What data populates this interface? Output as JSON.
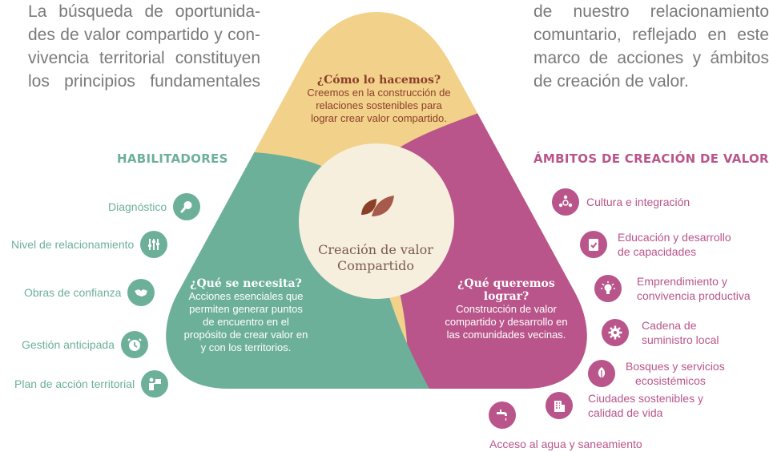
{
  "intro": {
    "left_lines": [
      "La búsqueda de oportunida-",
      "des de valor compartido y con-",
      "vivencia territorial constituyen",
      "los principios fundamentales"
    ],
    "right_lines": [
      "de nuestro relacionamiento",
      "comuntario, reflejado en este",
      "marco de acciones y ámbitos",
      "de creación de valor."
    ]
  },
  "colors": {
    "green": "#6db099",
    "magenta": "#b9558a",
    "sand": "#f2d18b",
    "cream": "#f7efdd",
    "brown": "#8a3f28"
  },
  "enablers": {
    "heading": "HABILITADORES",
    "items": [
      {
        "label": "Diagnóstico",
        "icon": "magnifier-icon"
      },
      {
        "label": "Nivel de relacionamiento",
        "icon": "sliders-icon"
      },
      {
        "label": "Obras de confianza",
        "icon": "handshake-icon"
      },
      {
        "label": "Gestión anticipada",
        "icon": "clock-icon"
      },
      {
        "label": "Plan de acción territorial",
        "icon": "presenter-icon"
      }
    ]
  },
  "center": {
    "top": {
      "title": "¿Cómo lo hacemos?",
      "body": "Creemos en la construcción de relaciones sostenibles para lograr crear valor compartido."
    },
    "left": {
      "title": "¿Qué se necesita?",
      "body": "Acciones esenciales que permiten generar puntos de encuentro en el propósito de crear valor en y con los territorios."
    },
    "right": {
      "title": "¿Qué queremos lograr?",
      "body": "Construcción de valor compartido y desarrollo en las comunidades vecinas."
    },
    "core_line1": "Creación de valor",
    "core_line2": "Compartido",
    "logo_icon": "leaves-logo-icon"
  },
  "value_areas": {
    "heading": "ÁMBITOS DE CREACIÓN DE VALOR",
    "items": [
      {
        "line1": "Cultura e integración",
        "line2": "",
        "icon": "people-network-icon"
      },
      {
        "line1": "Educación y desarrollo",
        "line2": "de capacidades",
        "icon": "clipboard-check-icon"
      },
      {
        "line1": "Emprendimiento y",
        "line2": "convivencia productiva",
        "icon": "lightbulb-icon"
      },
      {
        "line1": "Cadena de",
        "line2": "suministro local",
        "icon": "gear-icon"
      },
      {
        "line1": "Bosques y servicios",
        "line2": "ecosistémicos",
        "icon": "leaf-icon"
      },
      {
        "line1": "Ciudades sostenibles y",
        "line2": "calidad de vida",
        "icon": "building-icon"
      },
      {
        "line1": "Acceso al agua y saneamiento",
        "line2": "",
        "icon": "faucet-icon"
      }
    ]
  }
}
